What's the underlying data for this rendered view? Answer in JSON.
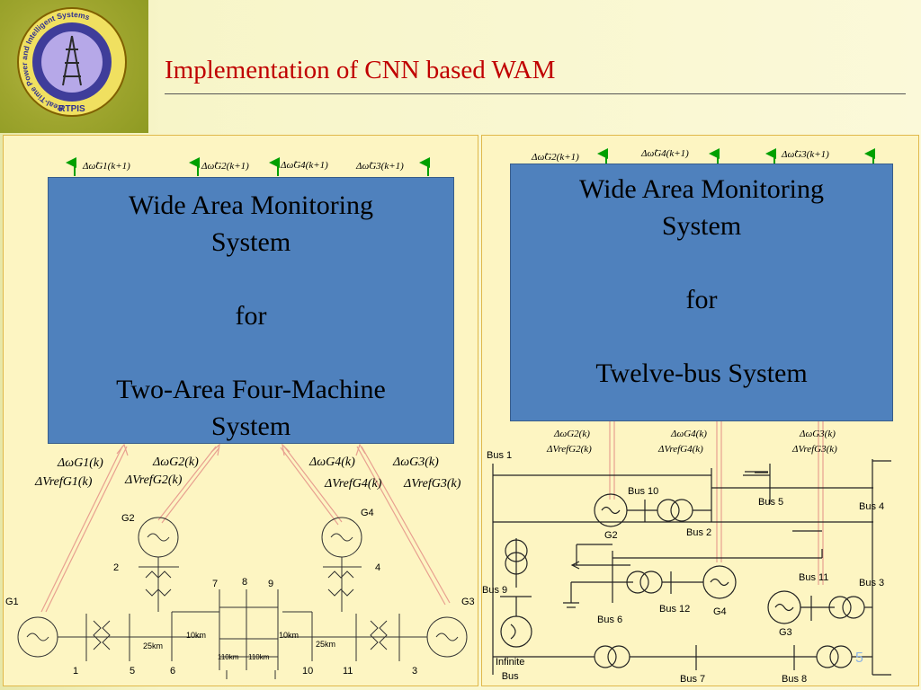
{
  "title": "Implementation of CNN based WAM",
  "logo": {
    "ring_text": "Real-Time Power and Intelligent Systems",
    "acronym": "RTPIS"
  },
  "page_number": "5",
  "left_panel": {
    "box_lines": [
      "Wide Area Monitoring",
      "System",
      "",
      "for",
      "",
      "Two-Area Four-Machine",
      "System"
    ],
    "outputs": [
      "Δω̂G1(k+1)",
      "Δω̂G2(k+1)",
      "Δω̂G4(k+1)",
      "Δω̂G3(k+1)"
    ],
    "inputs": [
      {
        "w": "ΔωG1(k)",
        "v": "ΔVrefG1(k)"
      },
      {
        "w": "ΔωG2(k)",
        "v": "ΔVrefG2(k)"
      },
      {
        "w": "ΔωG4(k)",
        "v": "ΔVrefG4(k)"
      },
      {
        "w": "ΔωG3(k)",
        "v": "ΔVrefG3(k)"
      }
    ],
    "gen_labels": [
      "G1",
      "G2",
      "G4",
      "G3"
    ],
    "bus_labels": [
      "1",
      "5",
      "6",
      "2",
      "7",
      "8",
      "9",
      "4",
      "10",
      "11",
      "3"
    ],
    "line_labels": [
      "25km",
      "10km",
      "110km",
      "110km",
      "10km",
      "25km"
    ]
  },
  "right_panel": {
    "box_lines": [
      "Wide Area Monitoring",
      "System",
      "",
      "for",
      "",
      "Twelve-bus System"
    ],
    "outputs": [
      "Δω̂G2(k+1)",
      "Δω̂G4(k+1)",
      "Δω̂G3(k+1)"
    ],
    "inputs": [
      {
        "w": "ΔωG2(k)",
        "v": "ΔVrefG2(k)"
      },
      {
        "w": "ΔωG4(k)",
        "v": "ΔVrefG4(k)"
      },
      {
        "w": "ΔωG3(k)",
        "v": "ΔVrefG3(k)"
      }
    ],
    "bus_labels": [
      "Bus 1",
      "Bus 10",
      "Bus 5",
      "Bus 4",
      "Bus 2",
      "Bus 9",
      "Bus 11",
      "Bus 3",
      "Bus 6",
      "Bus 12",
      "Bus 7",
      "Bus 8"
    ],
    "gen_labels": [
      "G2",
      "G4",
      "G3"
    ],
    "infinite_bus": "Infinite\nBus"
  },
  "colors": {
    "box_fill": "#4f81bd",
    "title": "#c00000",
    "arrow": "#00a000",
    "feedback": "#e8a090"
  }
}
